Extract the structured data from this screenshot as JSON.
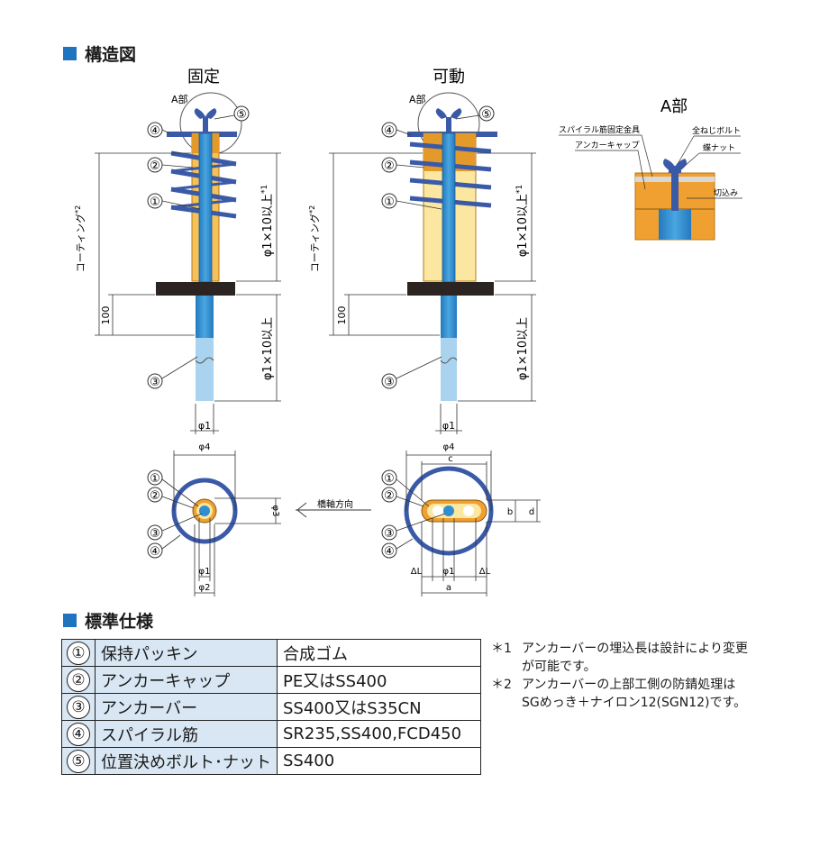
{
  "sections": {
    "structure": "構造図",
    "spec": "標準仕様"
  },
  "diagram": {
    "fixed_title": "固定",
    "movable_title": "可動",
    "detail_title": "A部",
    "a_label": "A部",
    "callouts": [
      "①",
      "②",
      "③",
      "④",
      "⑤"
    ],
    "coating_label": "コーティング",
    "coating_note_mark": "*2",
    "dim_100": "100",
    "dim_embed_upper": "φ1×10以上",
    "dim_embed_upper_mark": "*1",
    "dim_embed_lower": "φ1×10以上",
    "phi1": "φ1",
    "phi2": "φ2",
    "phi3": "φ3",
    "phi4": "φ4",
    "bridge_axis": "橋軸方向",
    "dim_a": "a",
    "dim_b": "b",
    "dim_c": "c",
    "dim_d": "d",
    "delta_l": "ΔL",
    "detail_labels": {
      "spiral_fix": "スパイラル筋固定金具",
      "full_bolt": "全ねじボルト",
      "anchor_cap": "アンカーキャップ",
      "wing_nut": "蝶ナット",
      "notch": "切込み"
    }
  },
  "spec_table": [
    {
      "num": "①",
      "part": "保持パッキン",
      "material": "合成ゴム"
    },
    {
      "num": "②",
      "part": "アンカーキャップ",
      "material": "PE又はSS400"
    },
    {
      "num": "③",
      "part": "アンカーバー",
      "material": "SS400又はS35CN"
    },
    {
      "num": "④",
      "part": "スパイラル筋",
      "material": "SR235,SS400,FCD450"
    },
    {
      "num": "⑤",
      "part": "位置決めボルト･ナット",
      "material": "SS400"
    }
  ],
  "notes": [
    {
      "mark": "＊1",
      "lines": [
        "アンカーバーの埋込長は設計により変更",
        "が可能です。"
      ]
    },
    {
      "mark": "＊2",
      "lines": [
        "アンカーバーの上部工側の防錆処理は",
        "SGめっき＋ナイロン12(SGN12)です。"
      ]
    }
  ],
  "colors": {
    "accent": "#1f73bf",
    "bar": "#2f8fd0",
    "bar_light": "#a9d3ef",
    "cap": "#f0a030",
    "spiral": "#3a5aa8",
    "cell": "#d8e7f3"
  }
}
